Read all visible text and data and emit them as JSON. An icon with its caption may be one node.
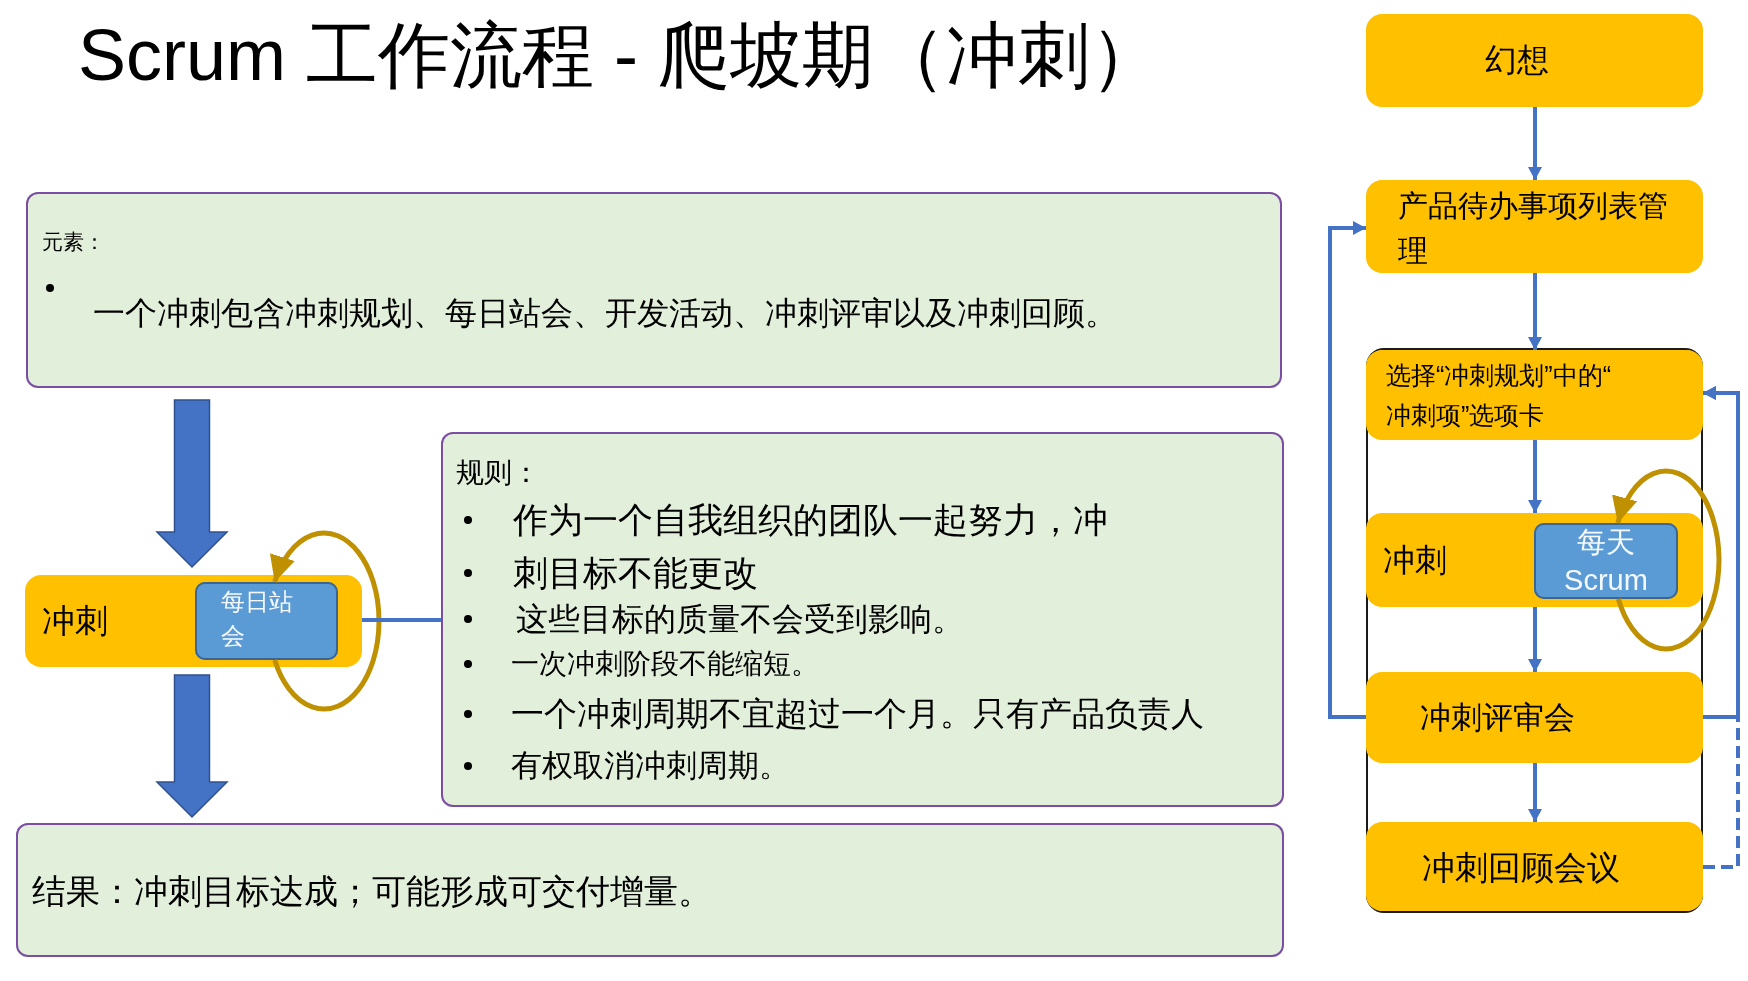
{
  "diagram": {
    "title": "Scrum 工作流程 - 爬坡期（冲刺）",
    "nodes": [
      {
        "text": [
          "元素：",
          "一个冲刺包含冲刺规划、每日站会、开发活动、冲刺评审以及冲刺回顾。"
        ]
      },
      {
        "text": [
          "冲刺"
        ]
      },
      {
        "text": [
          "每日站会"
        ],
        "in": 1
      },
      {
        "text": [
          "规则：",
          "作为一个自我组织的团队一起努力，冲",
          "刺目标不能更改",
          "这些目标的质量不会受到影响。",
          "一次冲刺阶段不能缩短。",
          "一个冲刺周期不宜超过一个月。只有产品负责人",
          "有权取消冲刺周期。"
        ]
      },
      {
        "text": [
          "结果：冲刺目标达成；可能形成可交付增量。"
        ]
      },
      {
        "text": [
          "幻想"
        ]
      },
      {
        "text": [
          "产品待办事项列表管理"
        ]
      },
      {
        "text": [],
        "shape": "box"
      },
      {
        "text": [
          "选择“冲刺规划”中的“冲刺项”选项卡"
        ],
        "in": 7
      },
      {
        "text": [
          "冲刺"
        ],
        "in": 7
      },
      {
        "text": [
          "每天 Scrum"
        ],
        "in": 9
      },
      {
        "text": [
          "冲刺评审会"
        ],
        "in": 7
      },
      {
        "text": [
          "冲刺回顾会议"
        ],
        "in": 7
      }
    ],
    "edges": [
      {
        "from": 0,
        "to": 1,
        "arrow": "to",
        "style": "thick"
      },
      {
        "from": 1,
        "to": 4,
        "arrow": "to",
        "style": "thick"
      },
      {
        "from": 2,
        "to": 2,
        "arrow": "to",
        "color": "#bf9000"
      },
      {
        "from": 1,
        "to": 3,
        "arrow": "none"
      },
      {
        "from": 5,
        "to": 6,
        "arrow": "to"
      },
      {
        "from": 6,
        "to": 8,
        "arrow": "to"
      },
      {
        "from": 8,
        "to": 9,
        "arrow": "to"
      },
      {
        "from": 9,
        "to": 11,
        "arrow": "to"
      },
      {
        "from": 11,
        "to": 12,
        "arrow": "to"
      },
      {
        "from": 11,
        "to": 6,
        "arrow": "to"
      },
      {
        "from": 11,
        "to": 8,
        "arrow": "to"
      },
      {
        "from": 12,
        "to": 8,
        "arrow": "to",
        "style": "dashed"
      },
      {
        "from": 10,
        "to": 10,
        "arrow": "to",
        "color": "#bf9000"
      }
    ]
  }
}
